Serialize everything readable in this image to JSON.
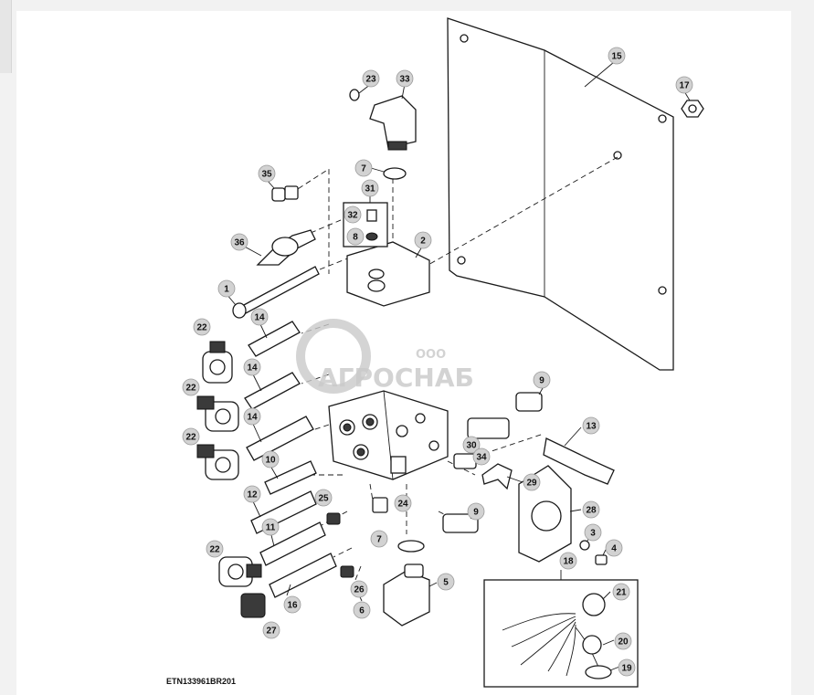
{
  "diagram": {
    "reference_code": "ETN133961BR201",
    "watermark": {
      "company_prefix": "ООО",
      "company_name": "АГРОСНАБ"
    },
    "callouts": [
      "1",
      "2",
      "3",
      "4",
      "5",
      "6",
      "7",
      "7",
      "8",
      "9",
      "9",
      "10",
      "11",
      "12",
      "13",
      "14",
      "14",
      "14",
      "15",
      "16",
      "17",
      "18",
      "19",
      "20",
      "21",
      "22",
      "22",
      "22",
      "22",
      "23",
      "24",
      "25",
      "26",
      "27",
      "28",
      "29",
      "30",
      "31",
      "32",
      "33",
      "34",
      "35",
      "36"
    ]
  }
}
